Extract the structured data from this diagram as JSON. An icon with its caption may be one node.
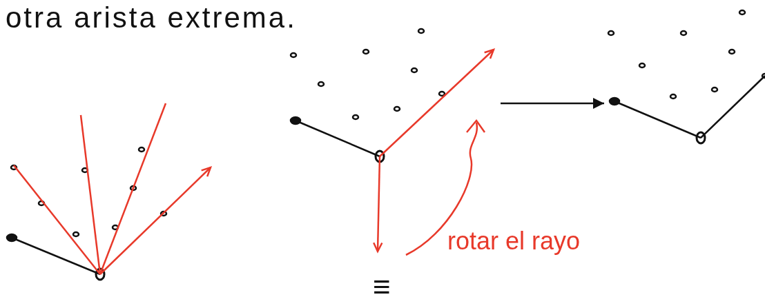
{
  "diagram": {
    "title": "otra arista extrema.",
    "nodes": [
      {
        "text": [],
        "shape": "picture"
      },
      {
        "text": [],
        "shape": "picture"
      },
      {
        "text": [],
        "shape": "picture"
      }
    ],
    "edges": [
      {
        "from": 1,
        "to": 2,
        "arrow": "to"
      }
    ],
    "labels": [
      "rotar el rayo",
      "≡"
    ]
  }
}
